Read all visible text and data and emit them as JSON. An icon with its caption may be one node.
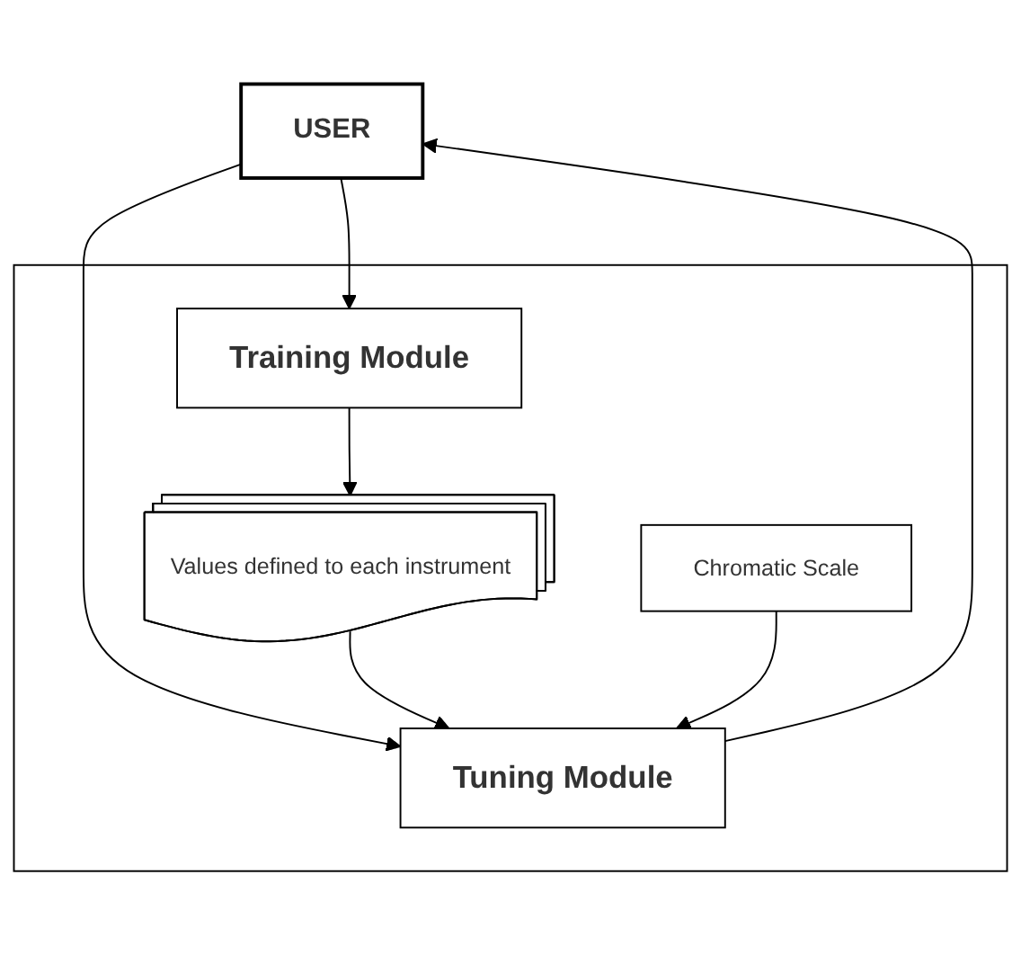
{
  "diagram": {
    "nodes": [
      {
        "text": [
          "USER"
        ]
      },
      {
        "text": [],
        "shape": "box"
      },
      {
        "text": [
          "Training Module"
        ],
        "in": 1
      },
      {
        "text": [
          "Tuning Module"
        ],
        "in": 1
      },
      {
        "text": [
          "Values defined to each instrument"
        ],
        "in": 1
      },
      {
        "text": [
          "Chromatic Scale"
        ],
        "in": 1
      }
    ],
    "edges": [
      {
        "from": 0,
        "to": 2,
        "arrow": "to"
      },
      {
        "from": 0,
        "to": 3,
        "arrow": "to"
      },
      {
        "from": 3,
        "to": 0,
        "arrow": "to"
      },
      {
        "from": 2,
        "to": 4,
        "arrow": "to"
      },
      {
        "from": 4,
        "to": 3,
        "arrow": "to"
      },
      {
        "from": 5,
        "to": 3,
        "arrow": "to"
      }
    ]
  }
}
